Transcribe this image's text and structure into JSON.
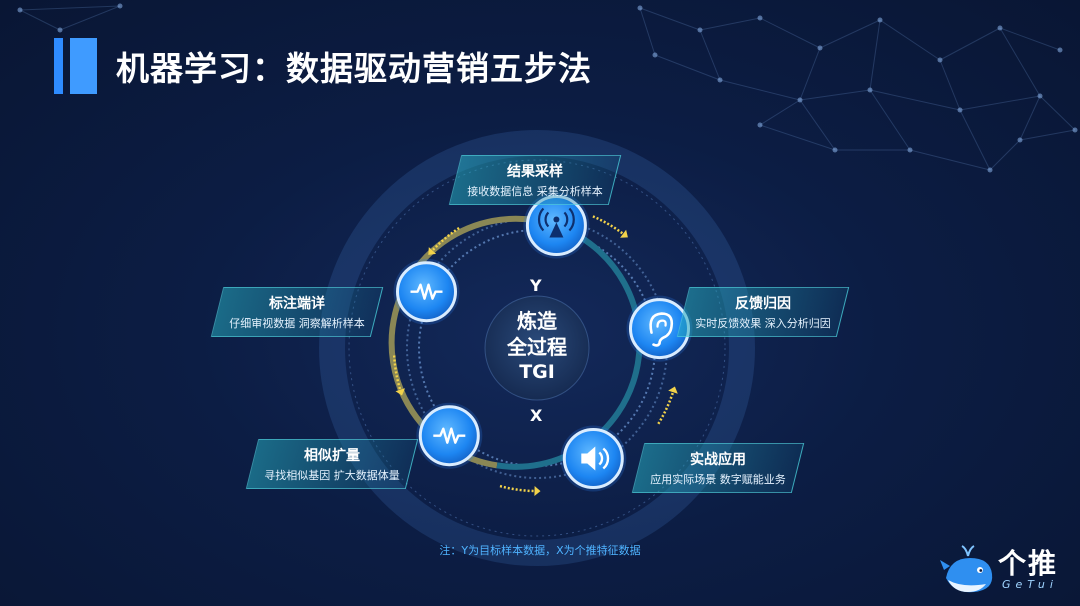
{
  "title": "机器学习：数据驱动营销五步法",
  "center": {
    "line1": "炼造",
    "line2": "全过程",
    "line3": "TGI"
  },
  "axis": {
    "y": "Y",
    "x": "X"
  },
  "steps": [
    {
      "title": "结果采样",
      "desc": "接收数据信息  采集分析样本",
      "icon": "signal-tower-icon"
    },
    {
      "title": "反馈归因",
      "desc": "实时反馈效果  深入分析归因",
      "icon": "ear-icon"
    },
    {
      "title": "实战应用",
      "desc": "应用实际场景  数字赋能业务",
      "icon": "speaker-icon"
    },
    {
      "title": "相似扩量",
      "desc": "寻找相似基因  扩大数据体量",
      "icon": "waveform-icon"
    },
    {
      "title": "标注端详",
      "desc": "仔细审视数据  洞察解析样本",
      "icon": "waveform-icon"
    }
  ],
  "note": "注：Y为目标样本数据，X为个推特征数据",
  "logo": {
    "name": "个推",
    "sub": "GeTui"
  },
  "colors": {
    "background": "#0c1d44",
    "accent": "#3f9bff",
    "node": "#1e8fff",
    "arrow": "#f2d24a",
    "ring": "#8a8a5a"
  }
}
